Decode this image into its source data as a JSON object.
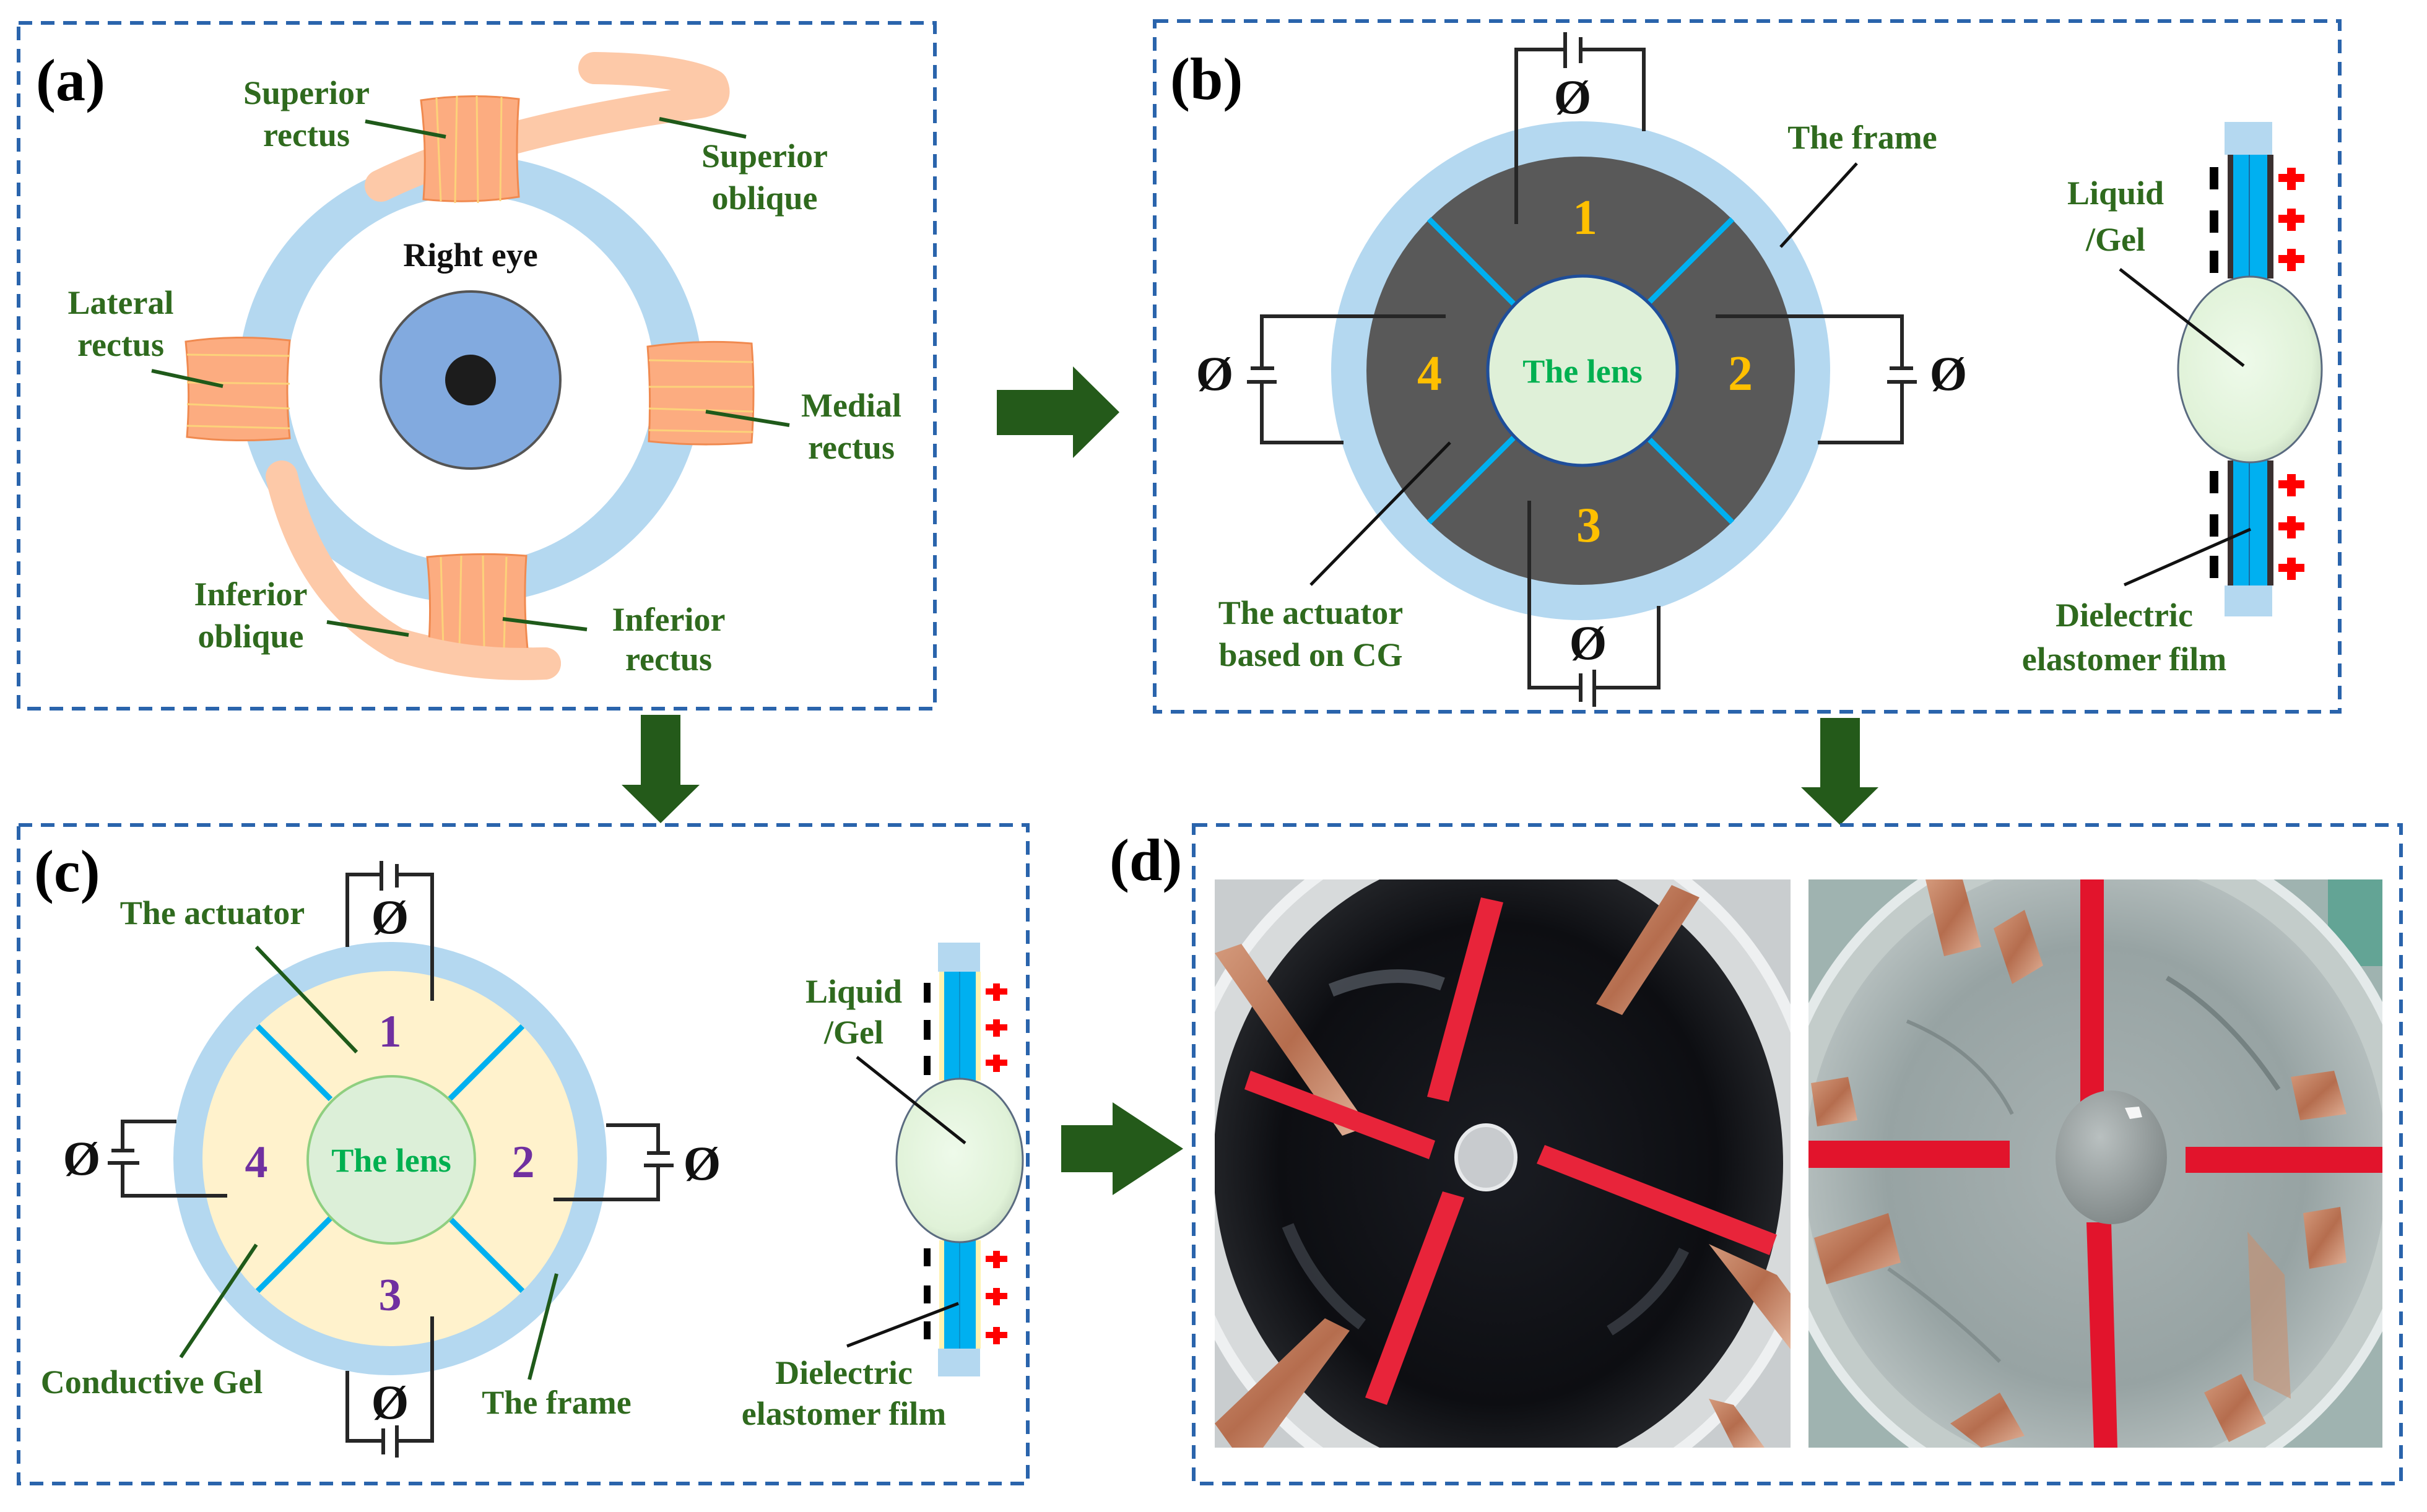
{
  "figure": {
    "panels": {
      "a": {
        "label": "(a)",
        "center_title": "Right eye",
        "muscles": [
          {
            "id": "superior-rectus",
            "lines": [
              "Superior",
              "rectus"
            ]
          },
          {
            "id": "superior-oblique",
            "lines": [
              "Superior",
              "oblique"
            ]
          },
          {
            "id": "lateral-rectus",
            "lines": [
              "Lateral",
              "rectus"
            ]
          },
          {
            "id": "medial-rectus",
            "lines": [
              "Medial",
              "rectus"
            ]
          },
          {
            "id": "inferior-oblique",
            "lines": [
              "Inferior",
              "oblique"
            ]
          },
          {
            "id": "inferior-rectus",
            "lines": [
              "Inferior",
              "rectus"
            ]
          }
        ]
      },
      "b": {
        "label": "(b)",
        "lens_text": "The lens",
        "segments": [
          "1",
          "2",
          "3",
          "4"
        ],
        "voltage_symbol": "Ø",
        "frame_label": "The frame",
        "actuator_label": [
          "The actuator",
          "based on CG"
        ],
        "side_view": {
          "fluid_label": [
            "Liquid",
            "/Gel"
          ],
          "film_label": [
            "Dielectric",
            "elastomer film"
          ]
        }
      },
      "c": {
        "label": "(c)",
        "lens_text": "The lens",
        "segments": [
          "1",
          "2",
          "3",
          "4"
        ],
        "voltage_symbol": "Ø",
        "actuator_label": "The actuator",
        "gel_label": "Conductive Gel",
        "frame_label": "The frame",
        "side_view": {
          "fluid_label": [
            "Liquid",
            "/Gel"
          ],
          "film_label": [
            "Dielectric",
            "elastomer film"
          ]
        }
      },
      "d": {
        "label": "(d)",
        "photos": [
          {
            "id": "photo-carbon-grease-actuator",
            "description": "black conductive grease actuator with red tape dividers and copper electrodes"
          },
          {
            "id": "photo-conductive-gel-actuator",
            "description": "transparent conductive gel actuator with red tape dividers, copper electrodes and central lens"
          }
        ]
      }
    },
    "arrows": [
      {
        "from": "a",
        "to": "b",
        "direction": "right"
      },
      {
        "from": "a",
        "to": "c",
        "direction": "down"
      },
      {
        "from": "b",
        "to": "d",
        "direction": "down"
      },
      {
        "from": "c",
        "to": "d",
        "direction": "right"
      }
    ],
    "colors": {
      "label_green": "#2f6a1e",
      "arrow_green": "#245a1a",
      "box_blue": "#2a64ac",
      "frame_blue": "#b4d8f0",
      "actuator_dark": "#595959",
      "gel_yellow": "#fff2cc",
      "segment_num_b": "#ffc000",
      "segment_num_c": "#7030a0",
      "lens_text": "#00b050",
      "divider": "#00b0f0",
      "plus_red": "#ff0000"
    }
  }
}
